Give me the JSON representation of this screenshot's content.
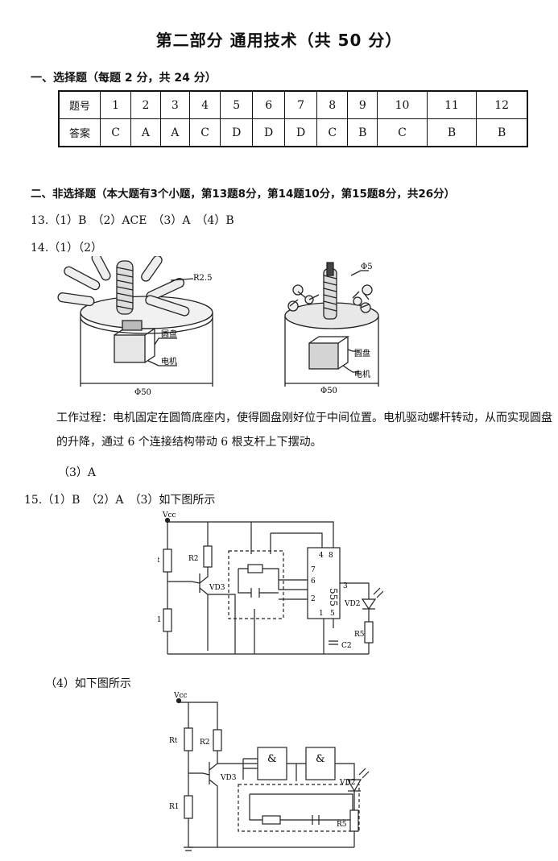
{
  "title": "第二部分 通用技术（共 50 分）",
  "sec1": {
    "heading": "一、选择题（每题 2 分，共 24 分）",
    "row1_label": "题号",
    "row2_label": "答案",
    "numbers": [
      "1",
      "2",
      "3",
      "4",
      "5",
      "6",
      "7",
      "8",
      "9",
      "10",
      "11",
      "12"
    ],
    "answers": [
      "C",
      "A",
      "A",
      "C",
      "D",
      "D",
      "D",
      "C",
      "B",
      "C",
      "B",
      "B"
    ]
  },
  "sec2": {
    "heading": "二、非选择题（本大题有3个小题，第13题8分，第14题10分，第15题8分，共26分）",
    "q13": "13.（1）B　（2）ACE　（3）A　（4）B",
    "q14": "14.（1）（2）",
    "fig1": {
      "dim_r": "R2.5",
      "label_disk": "圆盘",
      "label_motor": "电机",
      "dim_d": "Φ50"
    },
    "fig2": {
      "dim_r": "Φ5",
      "label_disk": "圆盘",
      "label_motor": "电机",
      "dim_d": "Φ50"
    },
    "process": "工作过程：电机固定在圆筒底座内，使得圆盘刚好位于中间位置。电机驱动螺杆转动，从而实现圆盘的升降，通过 6 个连接结构带动 6 根支杆上下摆动。",
    "q14_3": "（3）A",
    "q15": "15.（1）B　（2）A　（3）如下图所示",
    "circuit1": {
      "vcc": "Vcc",
      "rt": "Rt",
      "r2": "R2",
      "vd3": "VD3",
      "r1": "R1",
      "chip": "555",
      "p7": "7",
      "p6": "6",
      "p2": "2",
      "p4": "4",
      "p8": "8",
      "p3": "3",
      "p1": "1",
      "p5": "5",
      "vd2": "VD2",
      "r5": "R5",
      "c2": "C2"
    },
    "q15_4": "（4）如下图所示",
    "circuit2": {
      "vcc": "Vcc",
      "rt": "Rt",
      "r2": "R2",
      "vd3": "VD3",
      "r1": "R1",
      "gate": "&",
      "vd2": "VD2",
      "r5": "R5"
    }
  }
}
